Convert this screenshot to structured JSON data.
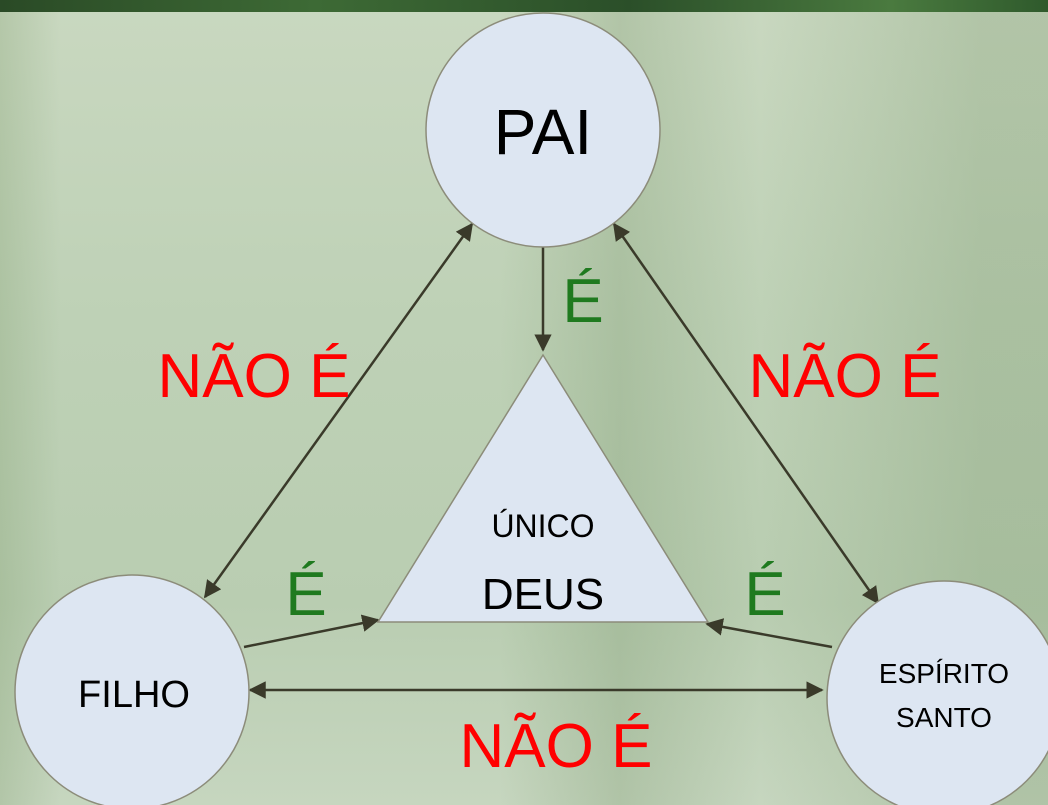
{
  "nodes": {
    "pai": "PAI",
    "filho": "FILHO",
    "espirito_line1": "ESPÍRITO",
    "espirito_line2": "SANTO",
    "center_line1": "ÚNICO",
    "center_line2": "DEUS"
  },
  "relations": {
    "is": "É",
    "is_not": "NÃO É"
  },
  "colors": {
    "node_fill": "#dde6f2",
    "node_stroke": "#8c8c7a",
    "is": "#1f7a1f",
    "is_not": "#ff0000",
    "arrow": "#3a3a2a"
  }
}
